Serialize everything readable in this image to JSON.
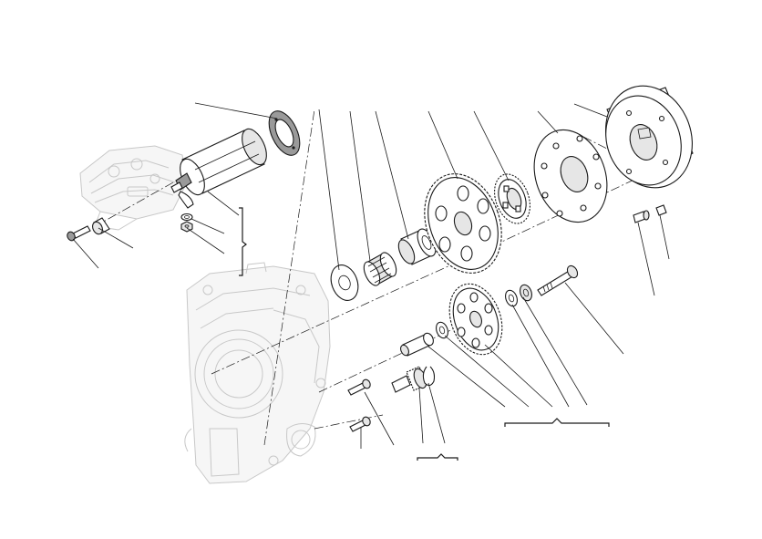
{
  "diagram": {
    "type": "exploded parts view",
    "parts": [
      "gasket-ring",
      "starter-motor",
      "starter-nut",
      "starter-washer",
      "engine-ghost",
      "bolt-left",
      "spacer-left",
      "thrust-washer",
      "needle-bearing",
      "bushing",
      "large-gear",
      "freewheel-sprag",
      "freewheel-plate",
      "flywheel-rotor",
      "rotor-bolt-small",
      "rotor-washer-small",
      "long-bolt",
      "washer-a",
      "washer-b",
      "idler-gear",
      "washer-c",
      "idler-shaft",
      "pinion-gear",
      "circlip",
      "case-bolt-upper",
      "case-bolt-lower"
    ],
    "brackets": [
      "starter-fixings-bracket",
      "pinion-bracket",
      "idler-group-bracket"
    ],
    "colors": {
      "line": "#1a1a1a",
      "ghost": "#c8c8c8",
      "background": "#ffffff"
    }
  }
}
